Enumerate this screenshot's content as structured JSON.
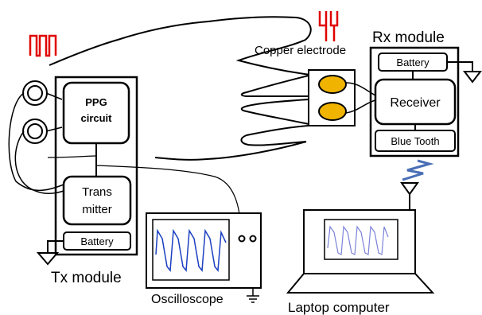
{
  "labels": {
    "tx_module": "Tx module",
    "rx_module": "Rx module",
    "copper_electrode": "Copper electrode",
    "ppg_line1": "PPG",
    "ppg_line2": "circuit",
    "transmitter_line1": "Trans",
    "transmitter_line2": "mitter",
    "tx_battery": "Battery",
    "rx_battery": "Battery",
    "receiver": "Receiver",
    "bluetooth": "Blue Tooth",
    "oscilloscope": "Oscilloscope",
    "laptop": "Laptop computer"
  },
  "colors": {
    "electrode_fill": "#f0b400",
    "pulse_signal": "#e00000",
    "wave_blue": "#1a3fc0",
    "wireless": "#4a6fb5",
    "laptop_wave": "#7a82d8"
  }
}
